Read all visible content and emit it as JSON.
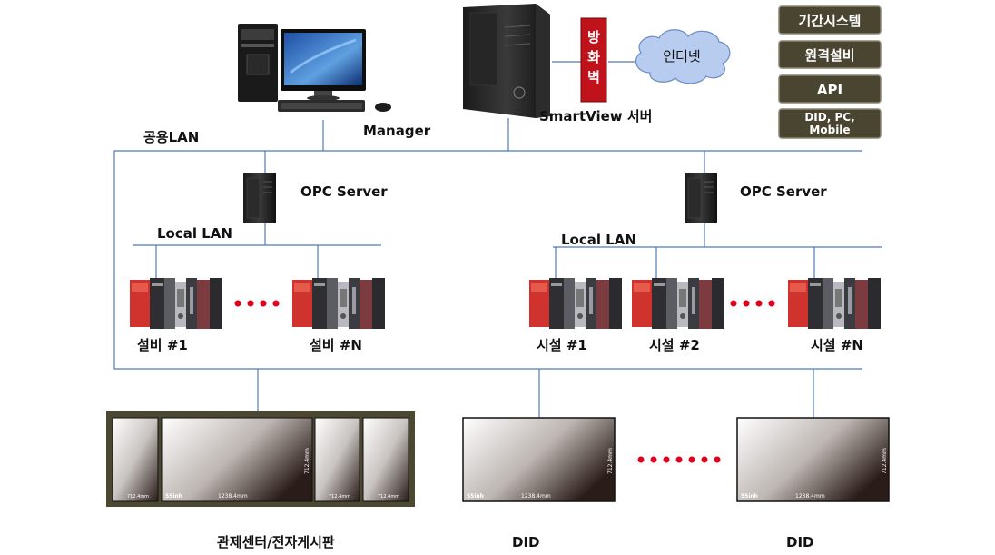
{
  "top": {
    "manager_label": "Manager",
    "server_label": "SmartView 서버",
    "firewall_label": [
      "방",
      "화",
      "벽"
    ],
    "internet_label": "인터넷"
  },
  "external_systems": [
    "기간시스템",
    "원격설비",
    "API",
    [
      "DID, PC,",
      "Mobile"
    ]
  ],
  "network": {
    "public_lan": "공용LAN",
    "local_lan_left": "Local LAN",
    "local_lan_right": "Local LAN",
    "opc_left": "OPC Server",
    "opc_right": "OPC Server"
  },
  "devices": {
    "left": [
      "설비 #1",
      "설비 #N"
    ],
    "right": [
      "시설 #1",
      "시설 #2",
      "시설 #N"
    ]
  },
  "displays": {
    "control_center": "관제센터/전자게시판",
    "did_1": "DID",
    "did_2": "DID",
    "panel_size_label": "55inh",
    "panel_width_label": "1238.4mm",
    "panel_height_label": "712.4mm",
    "small_panel_label": "712.4mm"
  },
  "colors": {
    "line": "#4f7ab8",
    "button_bg": "#4a4530",
    "firewall": "#c0121a",
    "internet": "#b7ccee",
    "dots": "#e0001b",
    "frame": "#4b4730"
  }
}
